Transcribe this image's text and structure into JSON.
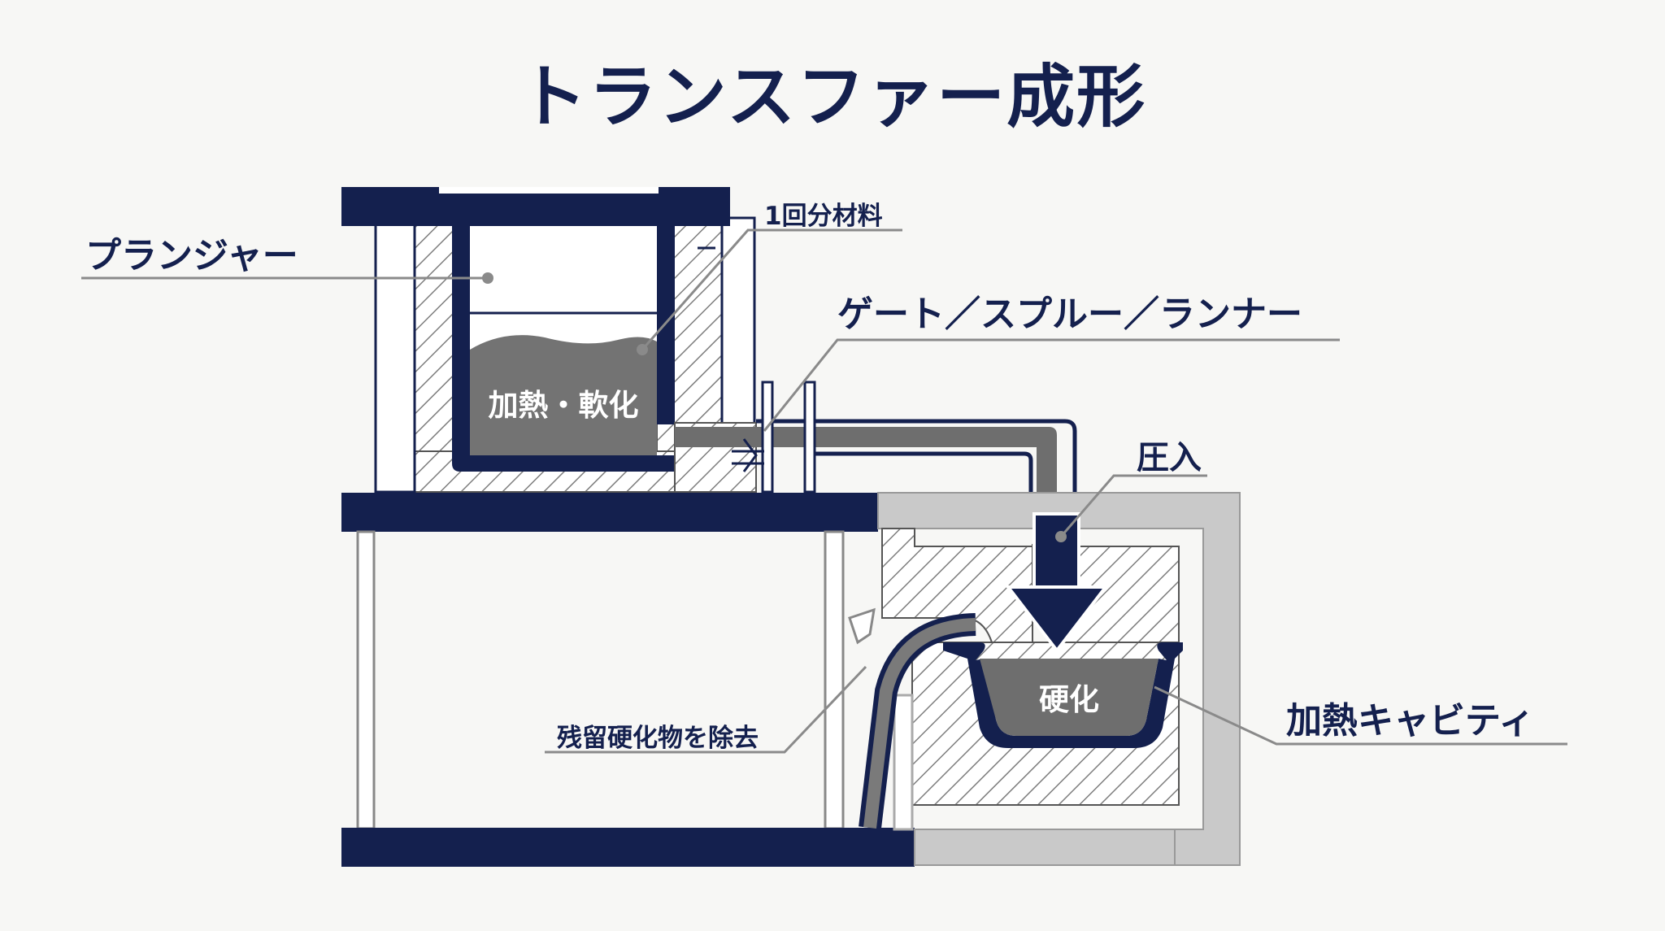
{
  "title": "トランスファー成形",
  "labels": {
    "plunger": "プランジャー",
    "material": "1回分材料",
    "gate": "ゲート／スプルー／ランナー",
    "press": "圧入",
    "cavity": "加熱キャビティ",
    "residue": "残留硬化物を除去",
    "softening": "加熱・軟化",
    "curing": "硬化"
  },
  "colors": {
    "navy": "#14204e",
    "gray_material": "#707070",
    "light_gray": "#c8c8c8",
    "hatch": "#7a7a7a",
    "leader": "#8a8a8a"
  }
}
